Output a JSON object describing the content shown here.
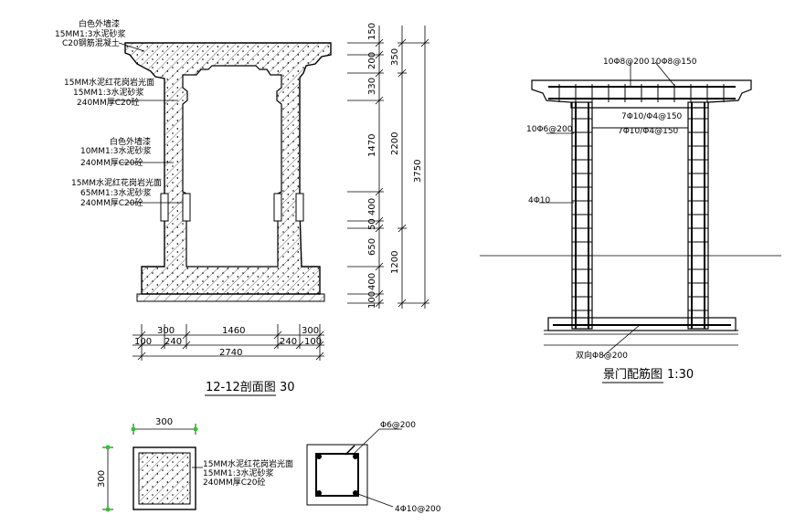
{
  "section_12": {
    "notes": [
      {
        "text": "白色外墙漆"
      },
      {
        "text": "15MM1:3水泥砂浆"
      },
      {
        "text": "C20钢筋混凝土"
      },
      {
        "text": "15MM水泥红花岗岩光面"
      },
      {
        "text": "15MM1:3水泥砂浆"
      },
      {
        "text": "240MM厚C20砼"
      },
      {
        "text": "白色外墙漆"
      },
      {
        "text": "10MM1:3水泥砂浆"
      },
      {
        "text": "240MM厚C20砼"
      },
      {
        "text": "15MM水泥红花岗岩光面"
      },
      {
        "text": "65MM1:3水泥砂浆"
      },
      {
        "text": "240MM厚C20砼"
      }
    ],
    "v_dims_inner": [
      "150",
      "200",
      "330",
      "1470",
      "400",
      "50",
      "650",
      "400",
      "100"
    ],
    "v_dims_mid": [
      "350",
      "2200",
      "1200"
    ],
    "v_dim_total": "3750",
    "h_dims_top": [
      "300",
      "1460",
      "300"
    ],
    "h_dims_mid": [
      "100",
      "240",
      "240",
      "100"
    ],
    "h_dim_total": "2740",
    "title": "12-12剖面图",
    "scale": "30"
  },
  "rebar_view": {
    "labels": [
      "10Φ8@200",
      "10Φ8@150",
      "10Φ6@200",
      "7Φ10/Φ4@150",
      "7Φ10/Φ4@150",
      "4Φ10",
      "双向Φ8@200"
    ],
    "title": "景门配筋图",
    "scale": "1:30"
  },
  "column_section": {
    "width": "300",
    "height": "300",
    "notes": [
      "15MM水泥红花岗岩光面",
      "15MM1:3水泥砂浆",
      "240MM厚C20砼"
    ]
  },
  "column_rebar": {
    "labels": [
      "Φ6@200",
      "4Φ10@200"
    ]
  }
}
